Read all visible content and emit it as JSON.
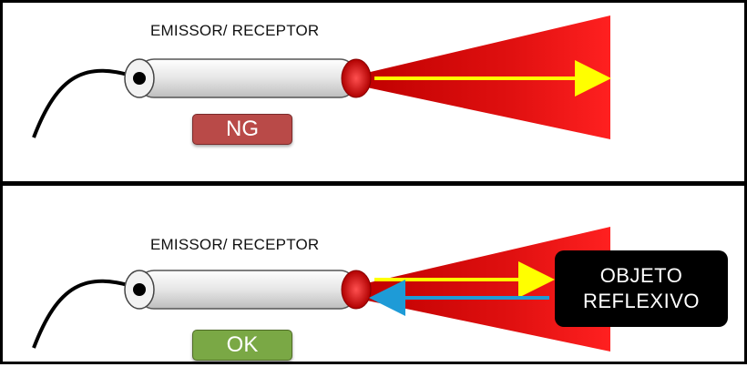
{
  "top_panel": {
    "label": "EMISSOR/ RECEPTOR",
    "status": "NG",
    "status_color": "#b94a48"
  },
  "bottom_panel": {
    "label": "EMISSOR/ RECEPTOR",
    "status": "OK",
    "status_color": "#7aa845",
    "object_line1": "OBJETO",
    "object_line2": "REFLEXIVO"
  },
  "colors": {
    "beam": "#e00000",
    "emitted_arrow": "#ffff00",
    "reflected_arrow": "#1e9bd7",
    "sensor_body": "#e8e8e8",
    "lens": "#e01010"
  }
}
